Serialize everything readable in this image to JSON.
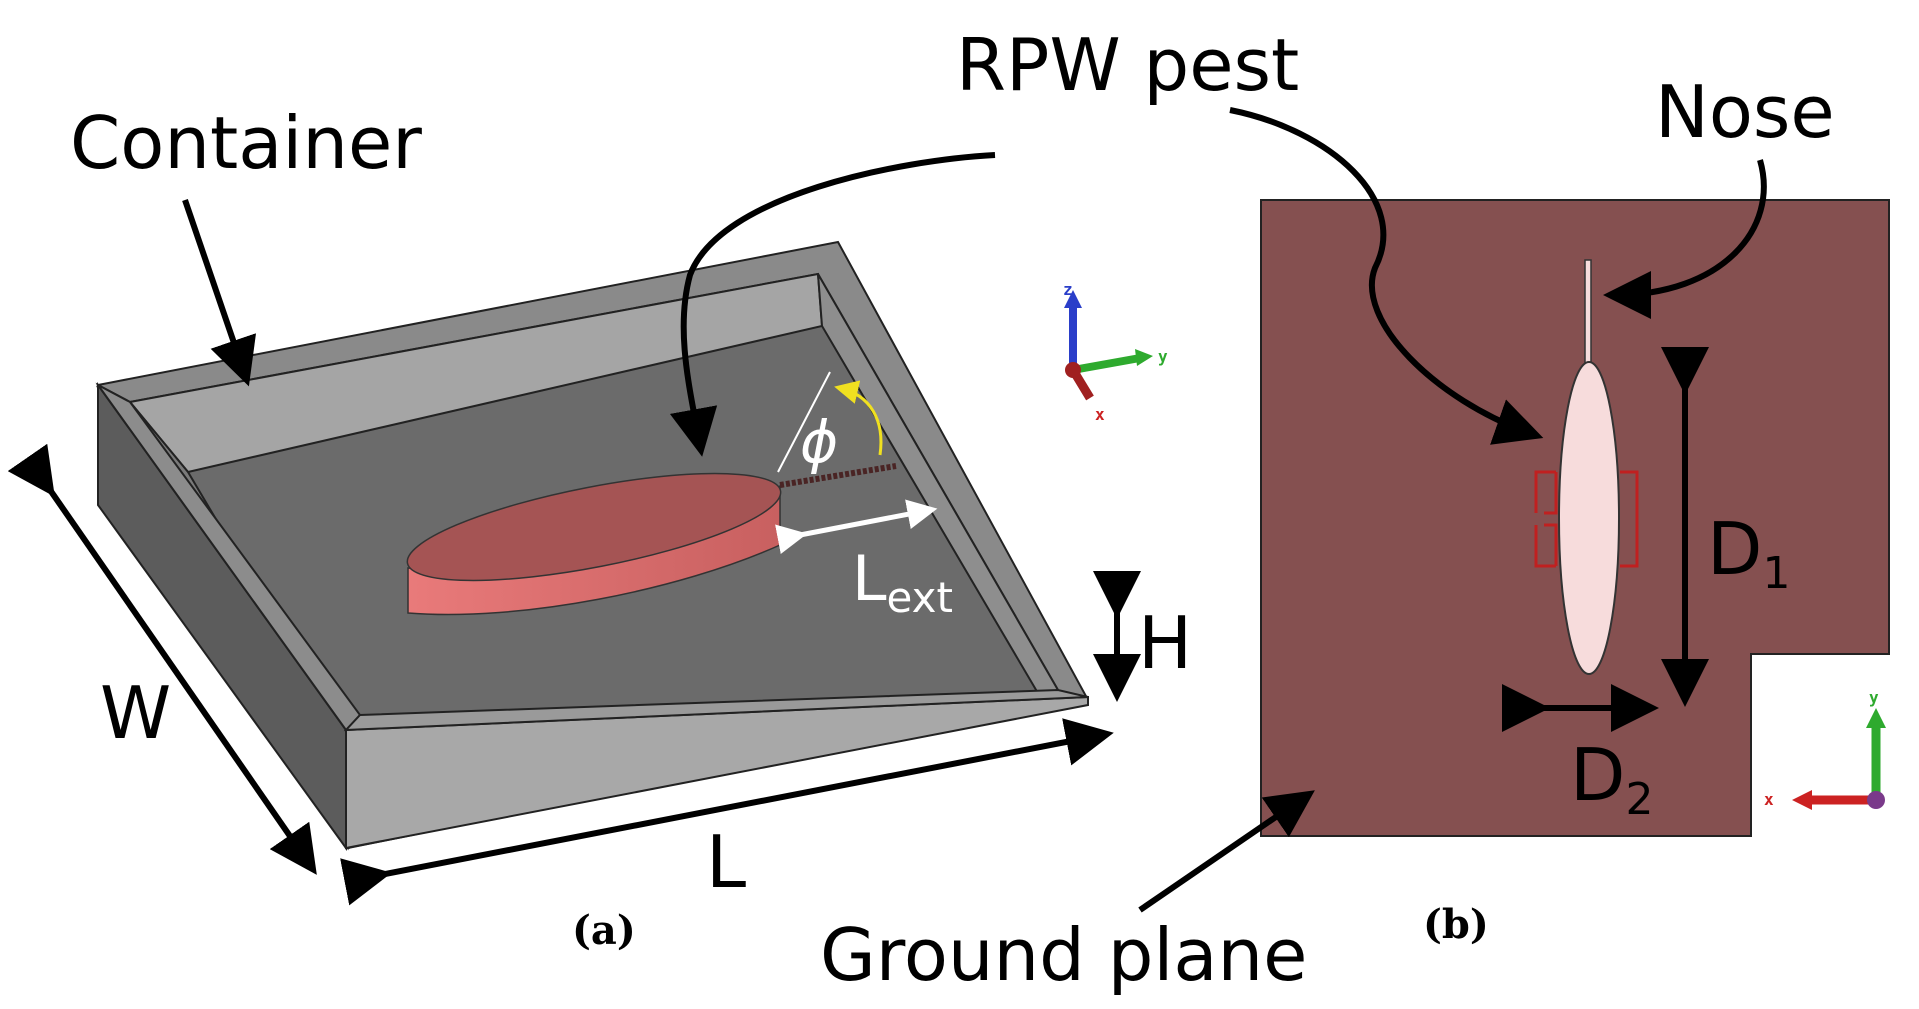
{
  "labels": {
    "container": "Container",
    "rpw_pest": "RPW pest",
    "nose": "Nose",
    "ground_plane": "Ground plane",
    "w": "W",
    "l": "L",
    "h": "H",
    "phi": "ϕ",
    "l_ext_main": "L",
    "l_ext_sub": "ext",
    "d1_main": "D",
    "d1_sub": "1",
    "d2_main": "D",
    "d2_sub": "2",
    "panel_a": "(a)",
    "panel_b": "(b)"
  },
  "axes_a": {
    "z": "z",
    "y": "y",
    "x": "x"
  },
  "axes_b": {
    "y": "y",
    "x": "x"
  },
  "colors": {
    "container_outer": "#9e9e9e",
    "container_dark": "#6f6f6f",
    "container_floor": "#707070",
    "pest_fill": "#e87878",
    "pest_top": "#a05050",
    "ground_plane": "#855050",
    "pest_top_view": "#f7dcdc",
    "arrow_white": "#ffffff",
    "phi_arrow": "#f0e020"
  }
}
